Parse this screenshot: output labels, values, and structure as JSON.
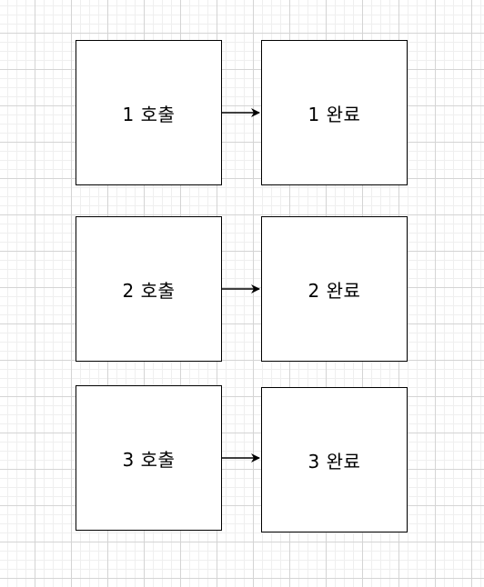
{
  "diagram": {
    "rows": [
      {
        "call": "1 호출",
        "done": "1 완료"
      },
      {
        "call": "2 호출",
        "done": "2 완료"
      },
      {
        "call": "3 호출",
        "done": "3 완료"
      }
    ],
    "colors": {
      "stroke": "#000000",
      "fill": "#ffffff",
      "grid": "#d4d4d4"
    }
  }
}
